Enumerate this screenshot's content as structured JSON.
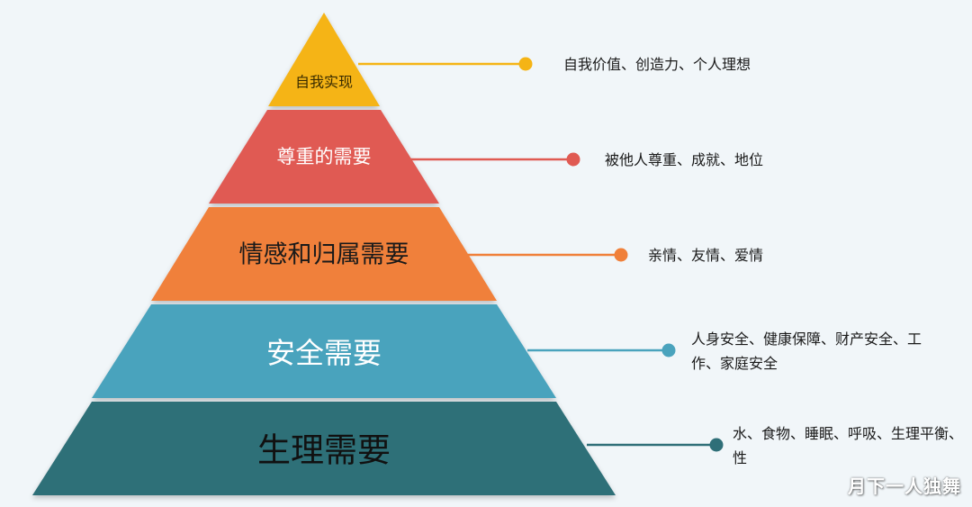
{
  "pyramid": {
    "tiers": [
      {
        "label": "自我实现",
        "description": "自我价值、创造力、个人理想",
        "color": "#f5b415",
        "label_color": "#3a2c00"
      },
      {
        "label": "尊重的需要",
        "description": "被他人尊重、成就、地位",
        "color": "#e05a52",
        "label_color": "#ffffff"
      },
      {
        "label": "情感和归属需要",
        "description": "亲情、友情、爱情",
        "color": "#f0803a",
        "label_color": "#1a1a1a"
      },
      {
        "label": "安全需要",
        "description": "人身安全、健康保障、财产安全、工作、家庭安全",
        "color": "#4aa3bd",
        "label_color": "#ffffff"
      },
      {
        "label": "生理需要",
        "description": "水、食物、睡眠、呼吸、生理平衡、性",
        "color": "#2f6f78",
        "label_color": "#111111"
      }
    ]
  },
  "watermark": "月下一人独舞"
}
